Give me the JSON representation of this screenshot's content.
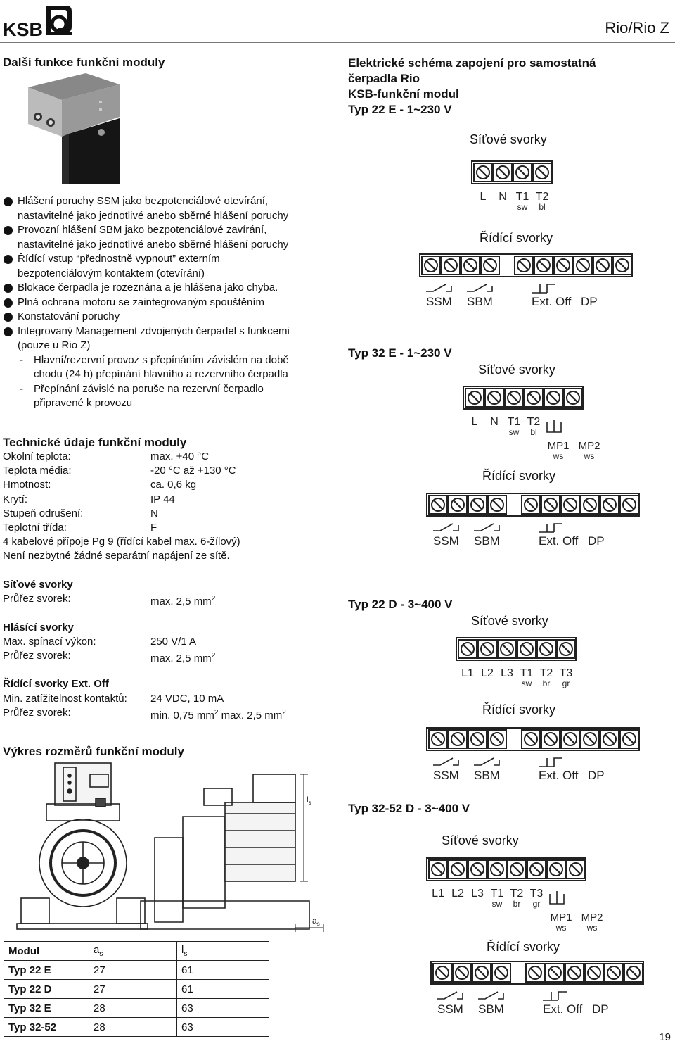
{
  "header": {
    "logo_text": "KSB",
    "doc_title": "Rio/Rio Z"
  },
  "left": {
    "section_title": "Další funkce funkční moduly",
    "bullets": [
      {
        "kind": "dot",
        "text": "Hlášení poruchy  SSM jako bezpotenciálové otevírání,"
      },
      {
        "kind": "cont",
        "text": "nastavitelné jako jednotlivé anebo sběrné hlášení poruchy"
      },
      {
        "kind": "dot",
        "text": "Provozní hlášení SBM jako bezpotenciálové zavírání,"
      },
      {
        "kind": "cont",
        "text": "nastavitelné jako jednotlivé anebo sběrné hlášení poruchy"
      },
      {
        "kind": "dot",
        "text": "Řídící vstup “přednostně vypnout” externím"
      },
      {
        "kind": "cont",
        "text": "bezpotenciálovým kontaktem (otevírání)"
      },
      {
        "kind": "dot",
        "text": "Blokace čerpadla je rozeznána a je hlášena jako chyba."
      },
      {
        "kind": "dot",
        "text": "Plná ochrana motoru se zaintegrovaným spouštěním"
      },
      {
        "kind": "dot",
        "text": "Konstatování poruchy"
      },
      {
        "kind": "dot",
        "text": "Integrovaný Management zdvojených čerpadel s funkcemi"
      },
      {
        "kind": "cont",
        "text": "(pouze u Rio Z)"
      },
      {
        "kind": "dash",
        "text": "Hlavní/rezervní provoz s přepínáním závislém na době"
      },
      {
        "kind": "dashcont",
        "text": "chodu (24 h) přepínání hlavního a rezervního čerpadla"
      },
      {
        "kind": "dash",
        "text": "Přepínání závislé na poruše na rezervní čerpadlo"
      },
      {
        "kind": "dashcont",
        "text": "připravené k provozu"
      }
    ],
    "tech": {
      "title": "Technické údaje funkční moduly",
      "rows": [
        {
          "k": "Okolní teplota:",
          "v": "max. +40 °C"
        },
        {
          "k": "Teplota média:",
          "v": "-20 °C až +130 °C"
        },
        {
          "k": "Hmotnost:",
          "v": "ca. 0,6 kg"
        },
        {
          "k": "Krytí:",
          "v": "IP 44"
        },
        {
          "k": "Stupeň odrušení:",
          "v": "N"
        },
        {
          "k": "Teplotní třída:",
          "v": "F"
        }
      ],
      "note1": "4 kabelové přípoje Pg 9 (řídící kabel max. 6-žílový)",
      "note2": "Není nezbytné žádné separátní napájení ze sítě."
    },
    "terminals": {
      "mains_title": "Síťové svorky",
      "mains_k": "Průřez svorek:",
      "mains_v": "max. 2,5 mm",
      "signal_title": "Hlásící svorky",
      "signal_k1": "Max. spínací výkon:",
      "signal_v1": "250 V/1 A",
      "signal_k2": "Průřez svorek:",
      "signal_v2": "max. 2,5 mm",
      "ctrl_title": "Řídící svorky Ext. Off",
      "ctrl_k1": "Min. zatížitelnost kontaktů:",
      "ctrl_v1": "24 VDC, 10 mA",
      "ctrl_k2": "Průřez svorek:",
      "ctrl_v2a": "min. 0,75 mm",
      "ctrl_v2b": " max. 2,5 mm",
      "sq": "2"
    },
    "dims": {
      "title": "Výkres rozměrů funkční moduly",
      "drawing_as": "a",
      "drawing_ls": "l",
      "sub_s": "s",
      "headers": [
        "Modul",
        "a",
        "l"
      ],
      "rows": [
        [
          "Typ 22 E",
          "27",
          "61"
        ],
        [
          "Typ 22 D",
          "27",
          "61"
        ],
        [
          "Typ 32 E",
          "28",
          "63"
        ],
        [
          "Typ 32-52",
          "28",
          "63"
        ]
      ]
    }
  },
  "right": {
    "title": "Elektrické schéma zapojení pro samostatná",
    "title2": "čerpadla Rio",
    "title3": "KSB-funkční modul",
    "mains_label": "Síťové svorky",
    "ctrl_label": "Řídící svorky",
    "types": [
      {
        "title": "Typ 22 E - 1~230 V",
        "mains": [
          "L",
          "N",
          "T1",
          "T2"
        ],
        "mains_sub": [
          "",
          "",
          "sw",
          "bl"
        ],
        "mp": []
      },
      {
        "title": "Typ 32 E - 1~230 V",
        "mains": [
          "L",
          "N",
          "T1",
          "T2"
        ],
        "mains_sub": [
          "",
          "",
          "sw",
          "bl"
        ],
        "mp": [
          "MP1",
          "MP2"
        ]
      },
      {
        "title": "Typ 22 D - 3~400 V",
        "mains": [
          "L1",
          "L2",
          "L3",
          "T1",
          "T2",
          "T3"
        ],
        "mains_sub": [
          "",
          "",
          "",
          "sw",
          "br",
          "gr"
        ],
        "mp": []
      },
      {
        "title": "Typ 32-52 D - 3~400 V",
        "mains": [
          "L1",
          "L2",
          "L3",
          "T1",
          "T2",
          "T3"
        ],
        "mains_sub": [
          "",
          "",
          "",
          "sw",
          "br",
          "gr"
        ],
        "mp": [
          "MP1",
          "MP2"
        ]
      }
    ],
    "ctrl_terms": [
      "SSM",
      "SBM",
      "Ext. Off",
      "DP"
    ],
    "mp_sub": "ws"
  },
  "footer": {
    "page_number": "19"
  }
}
